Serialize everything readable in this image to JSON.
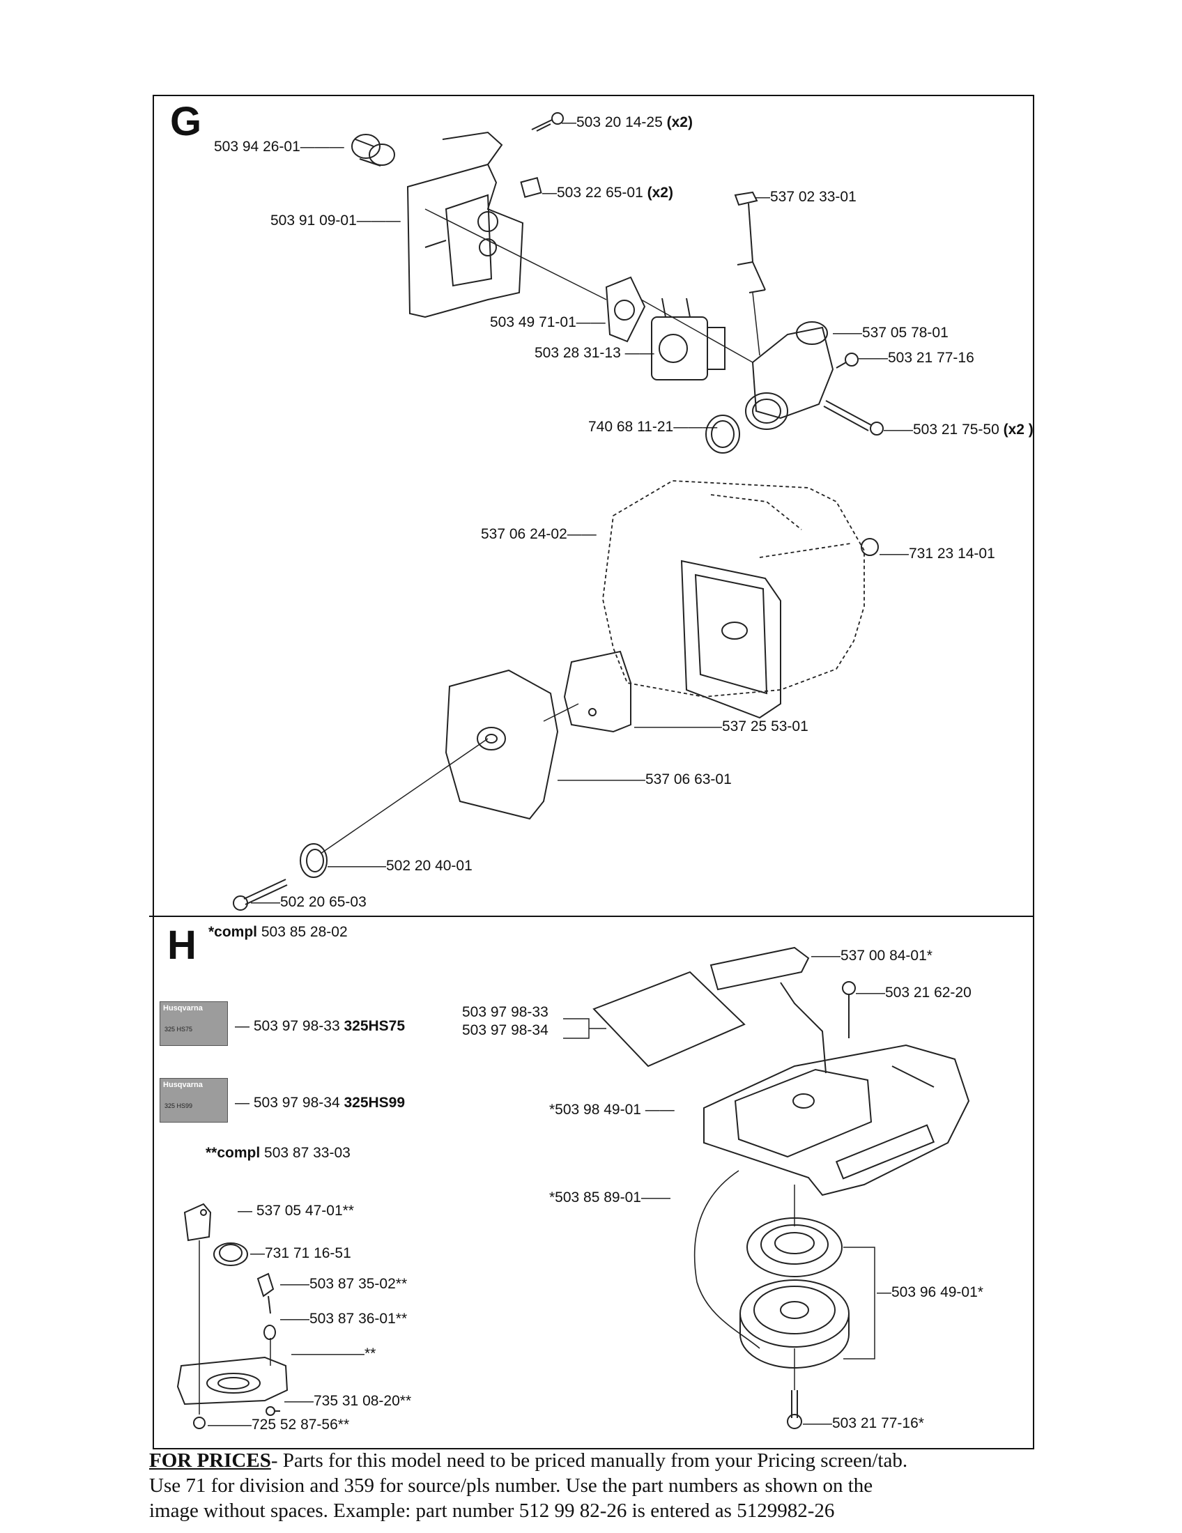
{
  "sections": {
    "g": {
      "letter": "G"
    },
    "h": {
      "letter": "H",
      "compl_label": "*compl",
      "compl_number": "503 85 28-02",
      "compl2_label": "**compl",
      "compl2_number": "503 87 33-03"
    }
  },
  "parts_g": [
    {
      "id": "p1",
      "text": "503 20 14-25",
      "qty": "(x2)"
    },
    {
      "id": "p2",
      "text": "503 94 26-01",
      "qty": ""
    },
    {
      "id": "p3",
      "text": "503 22 65-01",
      "qty": "(x2)"
    },
    {
      "id": "p4",
      "text": "537 02 33-01",
      "qty": ""
    },
    {
      "id": "p5",
      "text": "503 91 09-01",
      "qty": ""
    },
    {
      "id": "p6",
      "text": "503 49 71-01",
      "qty": ""
    },
    {
      "id": "p7",
      "text": "537 05 78-01",
      "qty": ""
    },
    {
      "id": "p8",
      "text": "503 28 31-13",
      "qty": ""
    },
    {
      "id": "p9",
      "text": "503 21 77-16",
      "qty": ""
    },
    {
      "id": "p10",
      "text": "740 68 11-21",
      "qty": ""
    },
    {
      "id": "p11",
      "text": "503 21 75-50",
      "qty": "(x2 )"
    },
    {
      "id": "p12",
      "text": "537 06 24-02",
      "qty": ""
    },
    {
      "id": "p13",
      "text": "731 23 14-01",
      "qty": ""
    },
    {
      "id": "p14",
      "text": "537 25 53-01",
      "qty": ""
    },
    {
      "id": "p15",
      "text": "537 06 63-01",
      "qty": ""
    },
    {
      "id": "p16",
      "text": "502 20 40-01",
      "qty": ""
    },
    {
      "id": "p17",
      "text": "502 20 65-03",
      "qty": ""
    }
  ],
  "parts_h": [
    {
      "id": "h1",
      "text": "537 00 84-01*",
      "model": ""
    },
    {
      "id": "h2",
      "text": "503 21 62-20",
      "model": ""
    },
    {
      "id": "h3",
      "text": "503 97 98-33",
      "model": "325HS75"
    },
    {
      "id": "h4",
      "text": "503 97 98-34",
      "model": "325HS99"
    },
    {
      "id": "h5",
      "text": "503 97 98-33",
      "model": ""
    },
    {
      "id": "h6",
      "text": "503 97 98-34",
      "model": ""
    },
    {
      "id": "h7",
      "text": "*503 98 49-01",
      "model": ""
    },
    {
      "id": "h8",
      "text": "537 05 47-01**",
      "model": ""
    },
    {
      "id": "h9",
      "text": "*503 85 89-01",
      "model": ""
    },
    {
      "id": "h10",
      "text": "731 71 16-51",
      "model": ""
    },
    {
      "id": "h11",
      "text": "503 87 35-02**",
      "model": ""
    },
    {
      "id": "h12",
      "text": "503 96 49-01*",
      "model": ""
    },
    {
      "id": "h13",
      "text": "503 87 36-01**",
      "model": ""
    },
    {
      "id": "h14",
      "text": "**",
      "model": ""
    },
    {
      "id": "h15",
      "text": "735 31 08-20**",
      "model": ""
    },
    {
      "id": "h16",
      "text": "725 52 87-56**",
      "model": ""
    },
    {
      "id": "h17",
      "text": "503 21 77-16*",
      "model": ""
    }
  ],
  "decals": [
    {
      "brand": "Husqvarna",
      "model": "325 HS75"
    },
    {
      "brand": "Husqvarna",
      "model": "325 HS99"
    }
  ],
  "footer": {
    "lead": "FOR PRICES",
    "line1": "- Parts for this model need to be priced manually from your Pricing screen/tab.",
    "line2": "Use 71 for division and 359 for source/pls number.   Use the part numbers as shown on the",
    "line3": "image without spaces.  Example: part number 512 99 82-26 is entered as 5129982-26"
  }
}
